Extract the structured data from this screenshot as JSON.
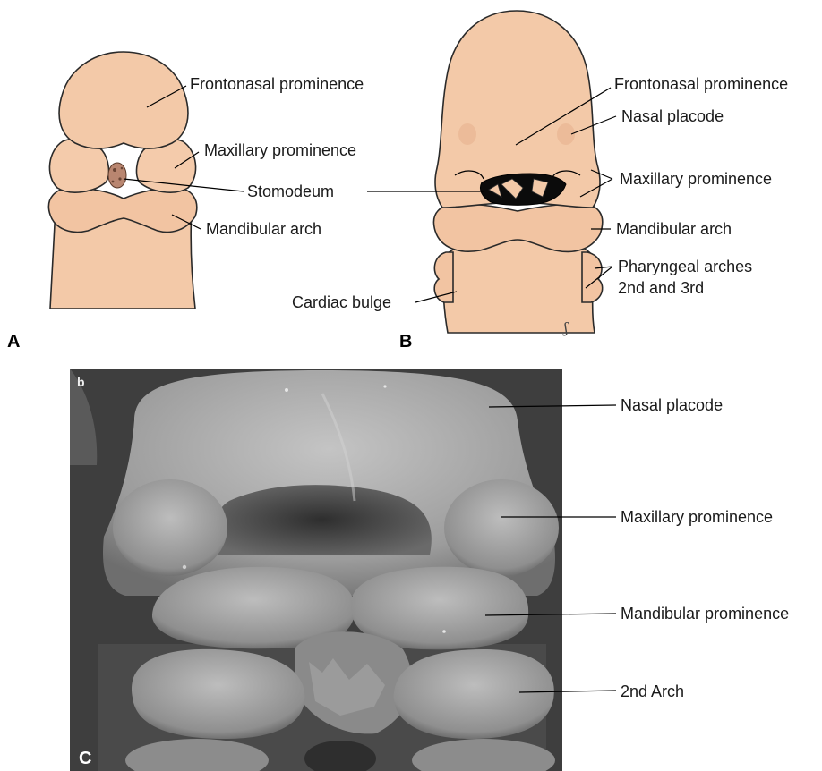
{
  "panels": {
    "a": {
      "letter": "A",
      "labels": {
        "frontonasal": "Frontonasal prominence",
        "maxillary": "Maxillary prominence",
        "stomodeum": "Stomodeum",
        "mandibular": "Mandibular arch"
      }
    },
    "b": {
      "letter": "B",
      "labels": {
        "frontonasal": "Frontonasal prominence",
        "nasal_placode": "Nasal placode",
        "maxillary": "Maxillary prominence",
        "mandibular": "Mandibular arch",
        "pharyngeal_1": "Pharyngeal arches",
        "pharyngeal_2": "2nd and 3rd",
        "cardiac": "Cardiac bulge"
      },
      "signature": "ʃ"
    },
    "c": {
      "letter": "C",
      "corner_mark": "b",
      "labels": {
        "nasal_placode": "Nasal placode",
        "maxillary": "Maxillary prominence",
        "mandibular": "Mandibular prominence",
        "second_arch": "2nd Arch"
      }
    }
  },
  "colors": {
    "skin": "#f3c9a8",
    "skin_edge": "#e0a986",
    "sem_bg": "#3e3e3e",
    "sem_tissue": "#a8a8a8"
  }
}
